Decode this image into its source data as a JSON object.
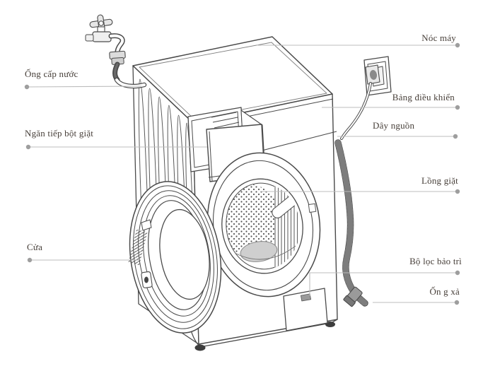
{
  "diagram": {
    "subject": "washing-machine-parts-diagram",
    "labels": {
      "top_cover": "Nóc máy",
      "water_supply_pipe": "Ống cấp nước",
      "detergent_drawer": "Ngăn tiếp bột giặt",
      "door": "Cửa",
      "control_panel": "Bảng điều khiển",
      "power_cord": "Dây nguồn",
      "wash_drum": "Lồng giặt",
      "maintenance_filter": "Bộ lọc bảo trì",
      "drain_hose": "Ốn g xả"
    },
    "colors": {
      "background": "#ffffff",
      "line": "#4a4a4a",
      "leader_line": "#bcbcbc",
      "leader_dot": "#9e9e9e",
      "label_text": "#473f39"
    }
  }
}
